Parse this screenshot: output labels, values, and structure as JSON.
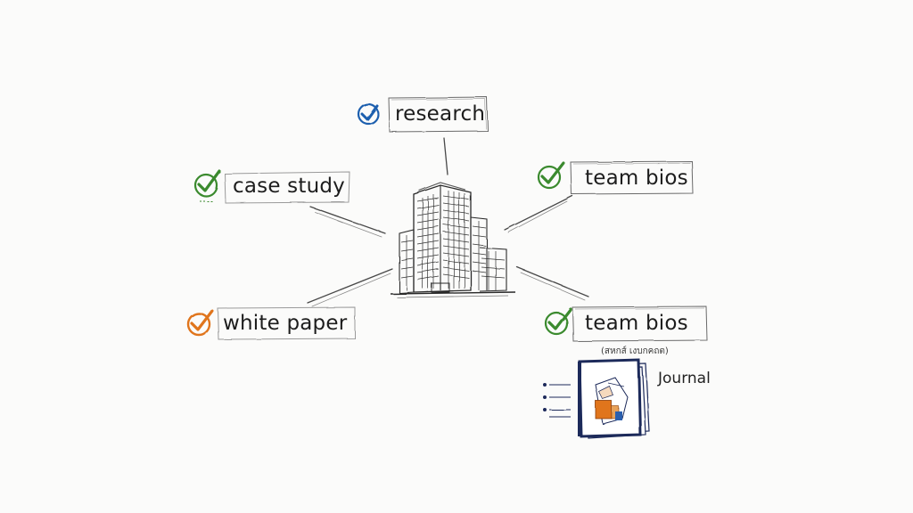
{
  "nodes": {
    "research": {
      "label": "research",
      "check_color": "#1f5fae"
    },
    "case_study": {
      "label": "case study",
      "check_color": "#3a8a2e"
    },
    "team_bios_top": {
      "label": "team bios",
      "check_color": "#3a8a2e"
    },
    "white_paper": {
      "label": "white paper",
      "check_color": "#e0751e"
    },
    "team_bios_bottom": {
      "label": "team bios",
      "check_color": "#3a8a2e",
      "sublabel": "(สหกส์ เงบกคถต)"
    }
  },
  "journal": {
    "label": "Journal",
    "cover_color": "#1e2a5a",
    "accent_color": "#e0751e"
  },
  "center_icon": "office-building-icon"
}
